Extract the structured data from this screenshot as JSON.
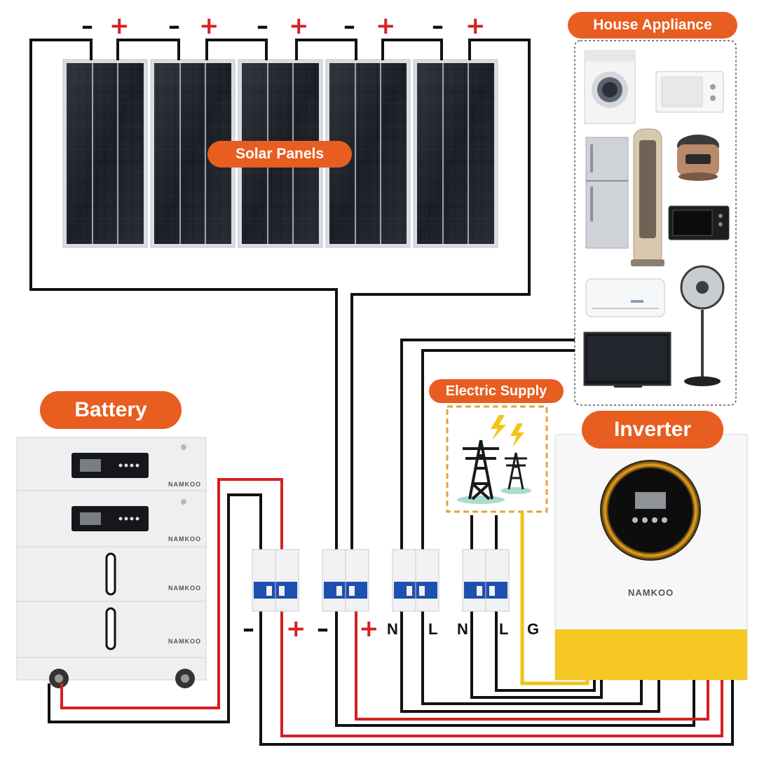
{
  "labels": {
    "solar_panels": "Solar Panels",
    "house_appliance": "House Appliance",
    "battery": "Battery",
    "electric_supply": "Electric Supply",
    "inverter": "Inverter"
  },
  "brand": "NAMKOO",
  "panel_signs": {
    "minus": "–",
    "plus": "+"
  },
  "terminals": {
    "battery_minus": "–",
    "battery_plus": "+",
    "pv_minus": "–",
    "pv_plus": "+",
    "n1": "N",
    "l1": "L",
    "n2": "N",
    "l2": "L",
    "g": "G"
  },
  "colors": {
    "accent": "#e85d20",
    "wire_black": "#111111",
    "wire_red": "#d42020",
    "wire_yellow": "#f2c316",
    "inverter_base": "#f5c722",
    "breaker_blue": "#1f4fb0",
    "panel_dark": "#15181d"
  },
  "icons": {
    "appliances": [
      "washing-machine-icon",
      "microwave-icon",
      "refrigerator-icon",
      "tower-fan-icon",
      "rice-cooker-icon",
      "oven-icon",
      "air-conditioner-icon",
      "stand-fan-icon",
      "television-icon"
    ],
    "grid": [
      "power-tower-icon",
      "lightning-icon"
    ]
  }
}
